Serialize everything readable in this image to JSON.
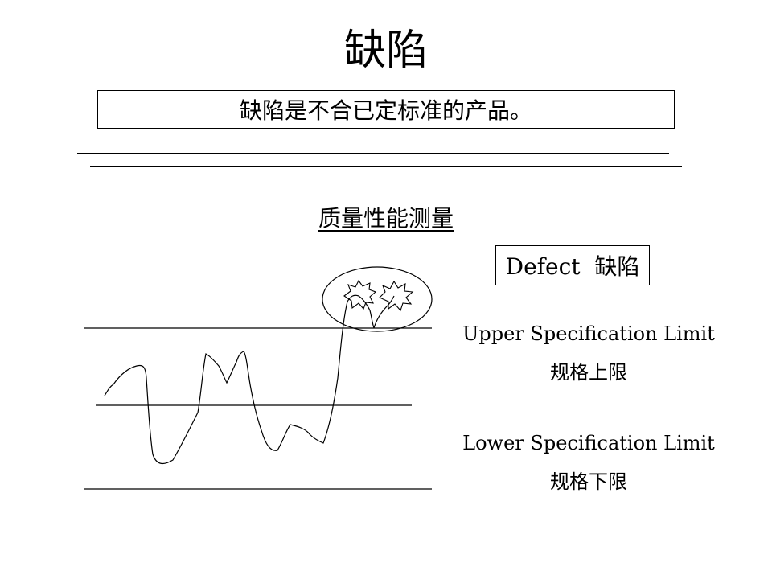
{
  "slide": {
    "title": "缺陷",
    "definition": "缺陷是不合已定标准的产品。",
    "subtitle": "质量性能测量",
    "defect_label": "Defect  缺陷",
    "usl_en": "Upper Specification Limit",
    "usl_cn": "规格上限",
    "lsl_en": "Lower Specification Limit",
    "lsl_cn": "规格下限"
  },
  "colors": {
    "ink": "#000000",
    "background": "#ffffff"
  },
  "icons": [
    "burst-icon",
    "burst-icon"
  ]
}
